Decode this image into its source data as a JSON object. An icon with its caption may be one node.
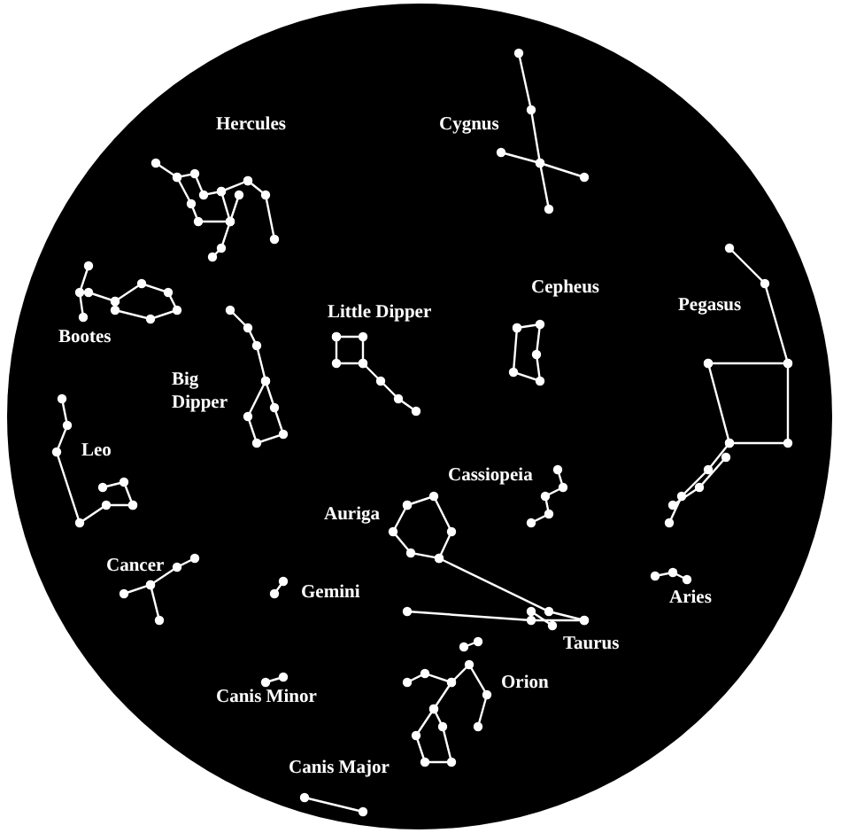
{
  "diagram": {
    "labels": [
      "Hercules",
      "Cygnus",
      "Bootes",
      "Cepheus",
      "Pegasus",
      "Little Dipper",
      "Big Dipper",
      "Leo",
      "Cassiopeia",
      "Auriga",
      "Aries",
      "Cancer",
      "Gemini",
      "Taurus",
      "Canis Minor",
      "Orion",
      "Canis Major"
    ]
  }
}
